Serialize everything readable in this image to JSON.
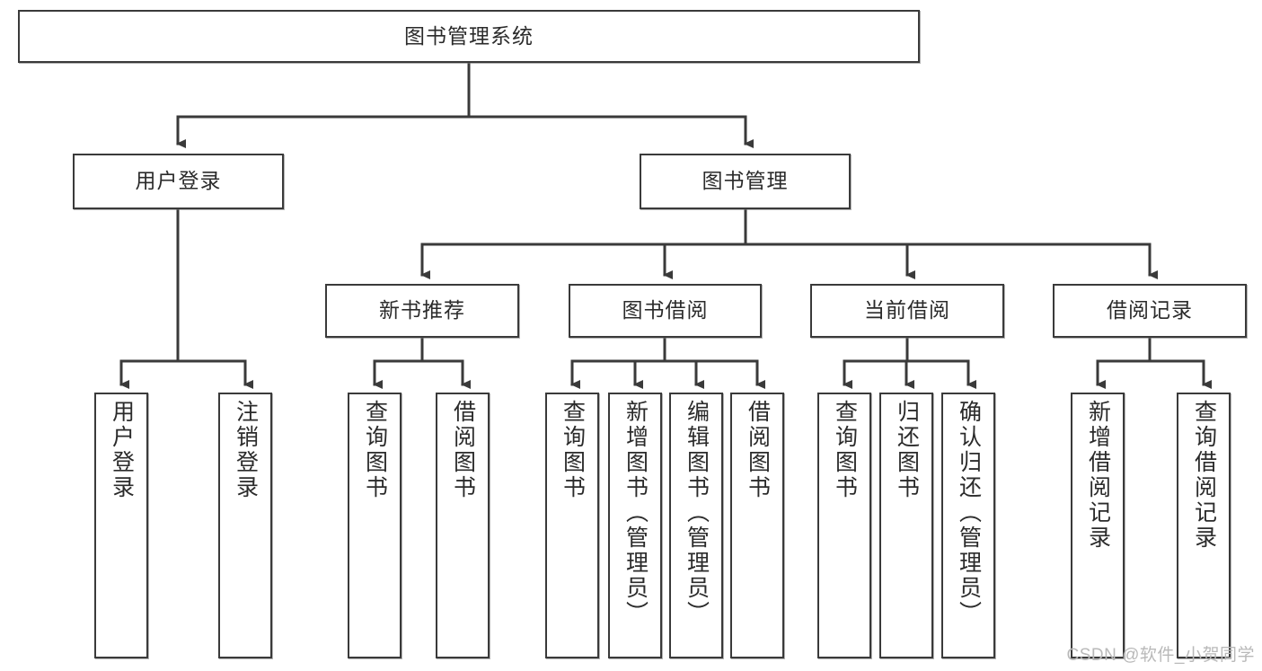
{
  "diagram": {
    "type": "tree-hierarchy",
    "title": "图书管理系统",
    "watermark": "CSDN @软件_小贺同学",
    "colors": {
      "stroke": "#3a3a3a",
      "fill": "#ffffff",
      "text": "#2b2b2b",
      "watermark": "#b9b9b9"
    },
    "levels": {
      "root": {
        "label": "图书管理系统"
      },
      "level2": [
        {
          "label": "用户登录"
        },
        {
          "label": "图书管理"
        }
      ],
      "level3": [
        {
          "label": "新书推荐"
        },
        {
          "label": "图书借阅"
        },
        {
          "label": "当前借阅"
        },
        {
          "label": "借阅记录"
        }
      ],
      "leaves": {
        "user_login": [
          {
            "label": "用户登录"
          },
          {
            "label": "注销登录"
          }
        ],
        "new_book_recommend": [
          {
            "label": "查询图书"
          },
          {
            "label": "借阅图书"
          }
        ],
        "book_borrow": [
          {
            "label": "查询图书"
          },
          {
            "label": "新增图书（管理员）"
          },
          {
            "label": "编辑图书（管理员）"
          },
          {
            "label": "借阅图书"
          }
        ],
        "current_borrow": [
          {
            "label": "查询图书"
          },
          {
            "label": "归还图书"
          },
          {
            "label": "确认归还（管理员）"
          }
        ],
        "borrow_record": [
          {
            "label": "新增借阅记录"
          },
          {
            "label": "查询借阅记录"
          }
        ]
      }
    }
  }
}
